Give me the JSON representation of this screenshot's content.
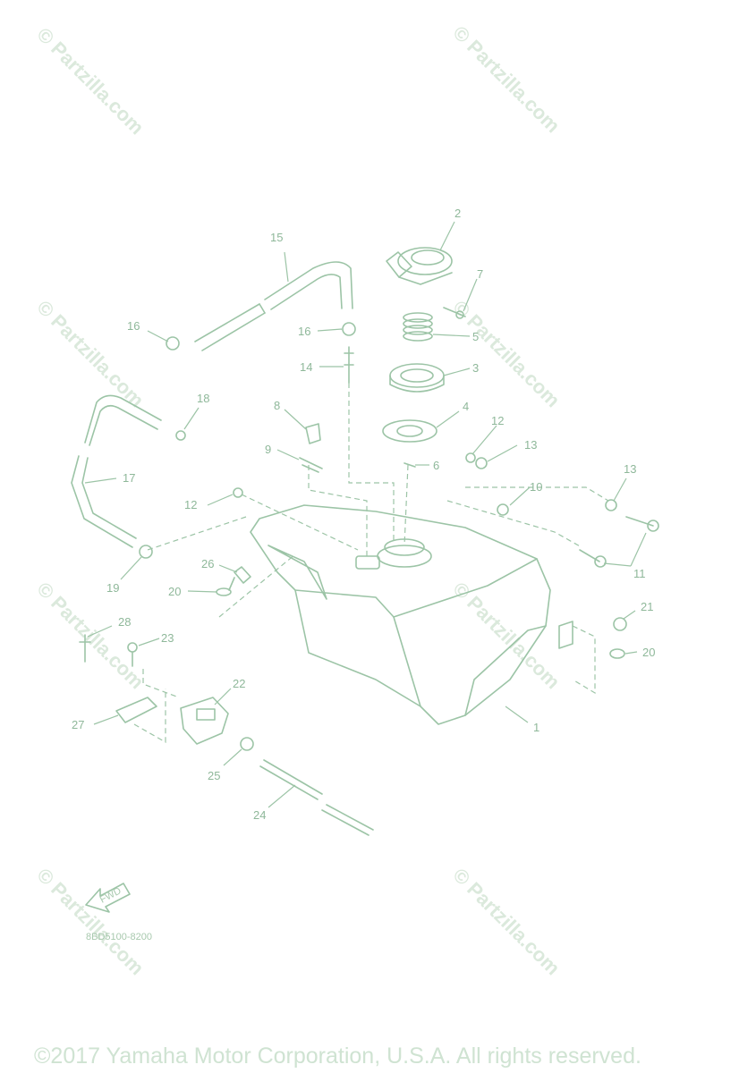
{
  "watermark": "© Partzilla.com",
  "diagram_code": "8BD5100-8200",
  "front_arrow_label": "FWD",
  "copyright": "©2017 Yamaha Motor Corporation, U.S.A. All rights reserved.",
  "callouts": {
    "c1": "1",
    "c2": "2",
    "c3": "3",
    "c4": "4",
    "c5": "5",
    "c6": "6",
    "c7": "7",
    "c8": "8",
    "c9": "9",
    "c10": "10",
    "c11": "11",
    "c12a": "12",
    "c12b": "12",
    "c13a": "13",
    "c13b": "13",
    "c14": "14",
    "c15": "15",
    "c16a": "16",
    "c16b": "16",
    "c17": "17",
    "c18": "18",
    "c19": "19",
    "c20a": "20",
    "c20b": "20",
    "c21": "21",
    "c22": "22",
    "c23": "23",
    "c24": "24",
    "c25": "25",
    "c26": "26",
    "c27": "27",
    "c28": "28"
  }
}
